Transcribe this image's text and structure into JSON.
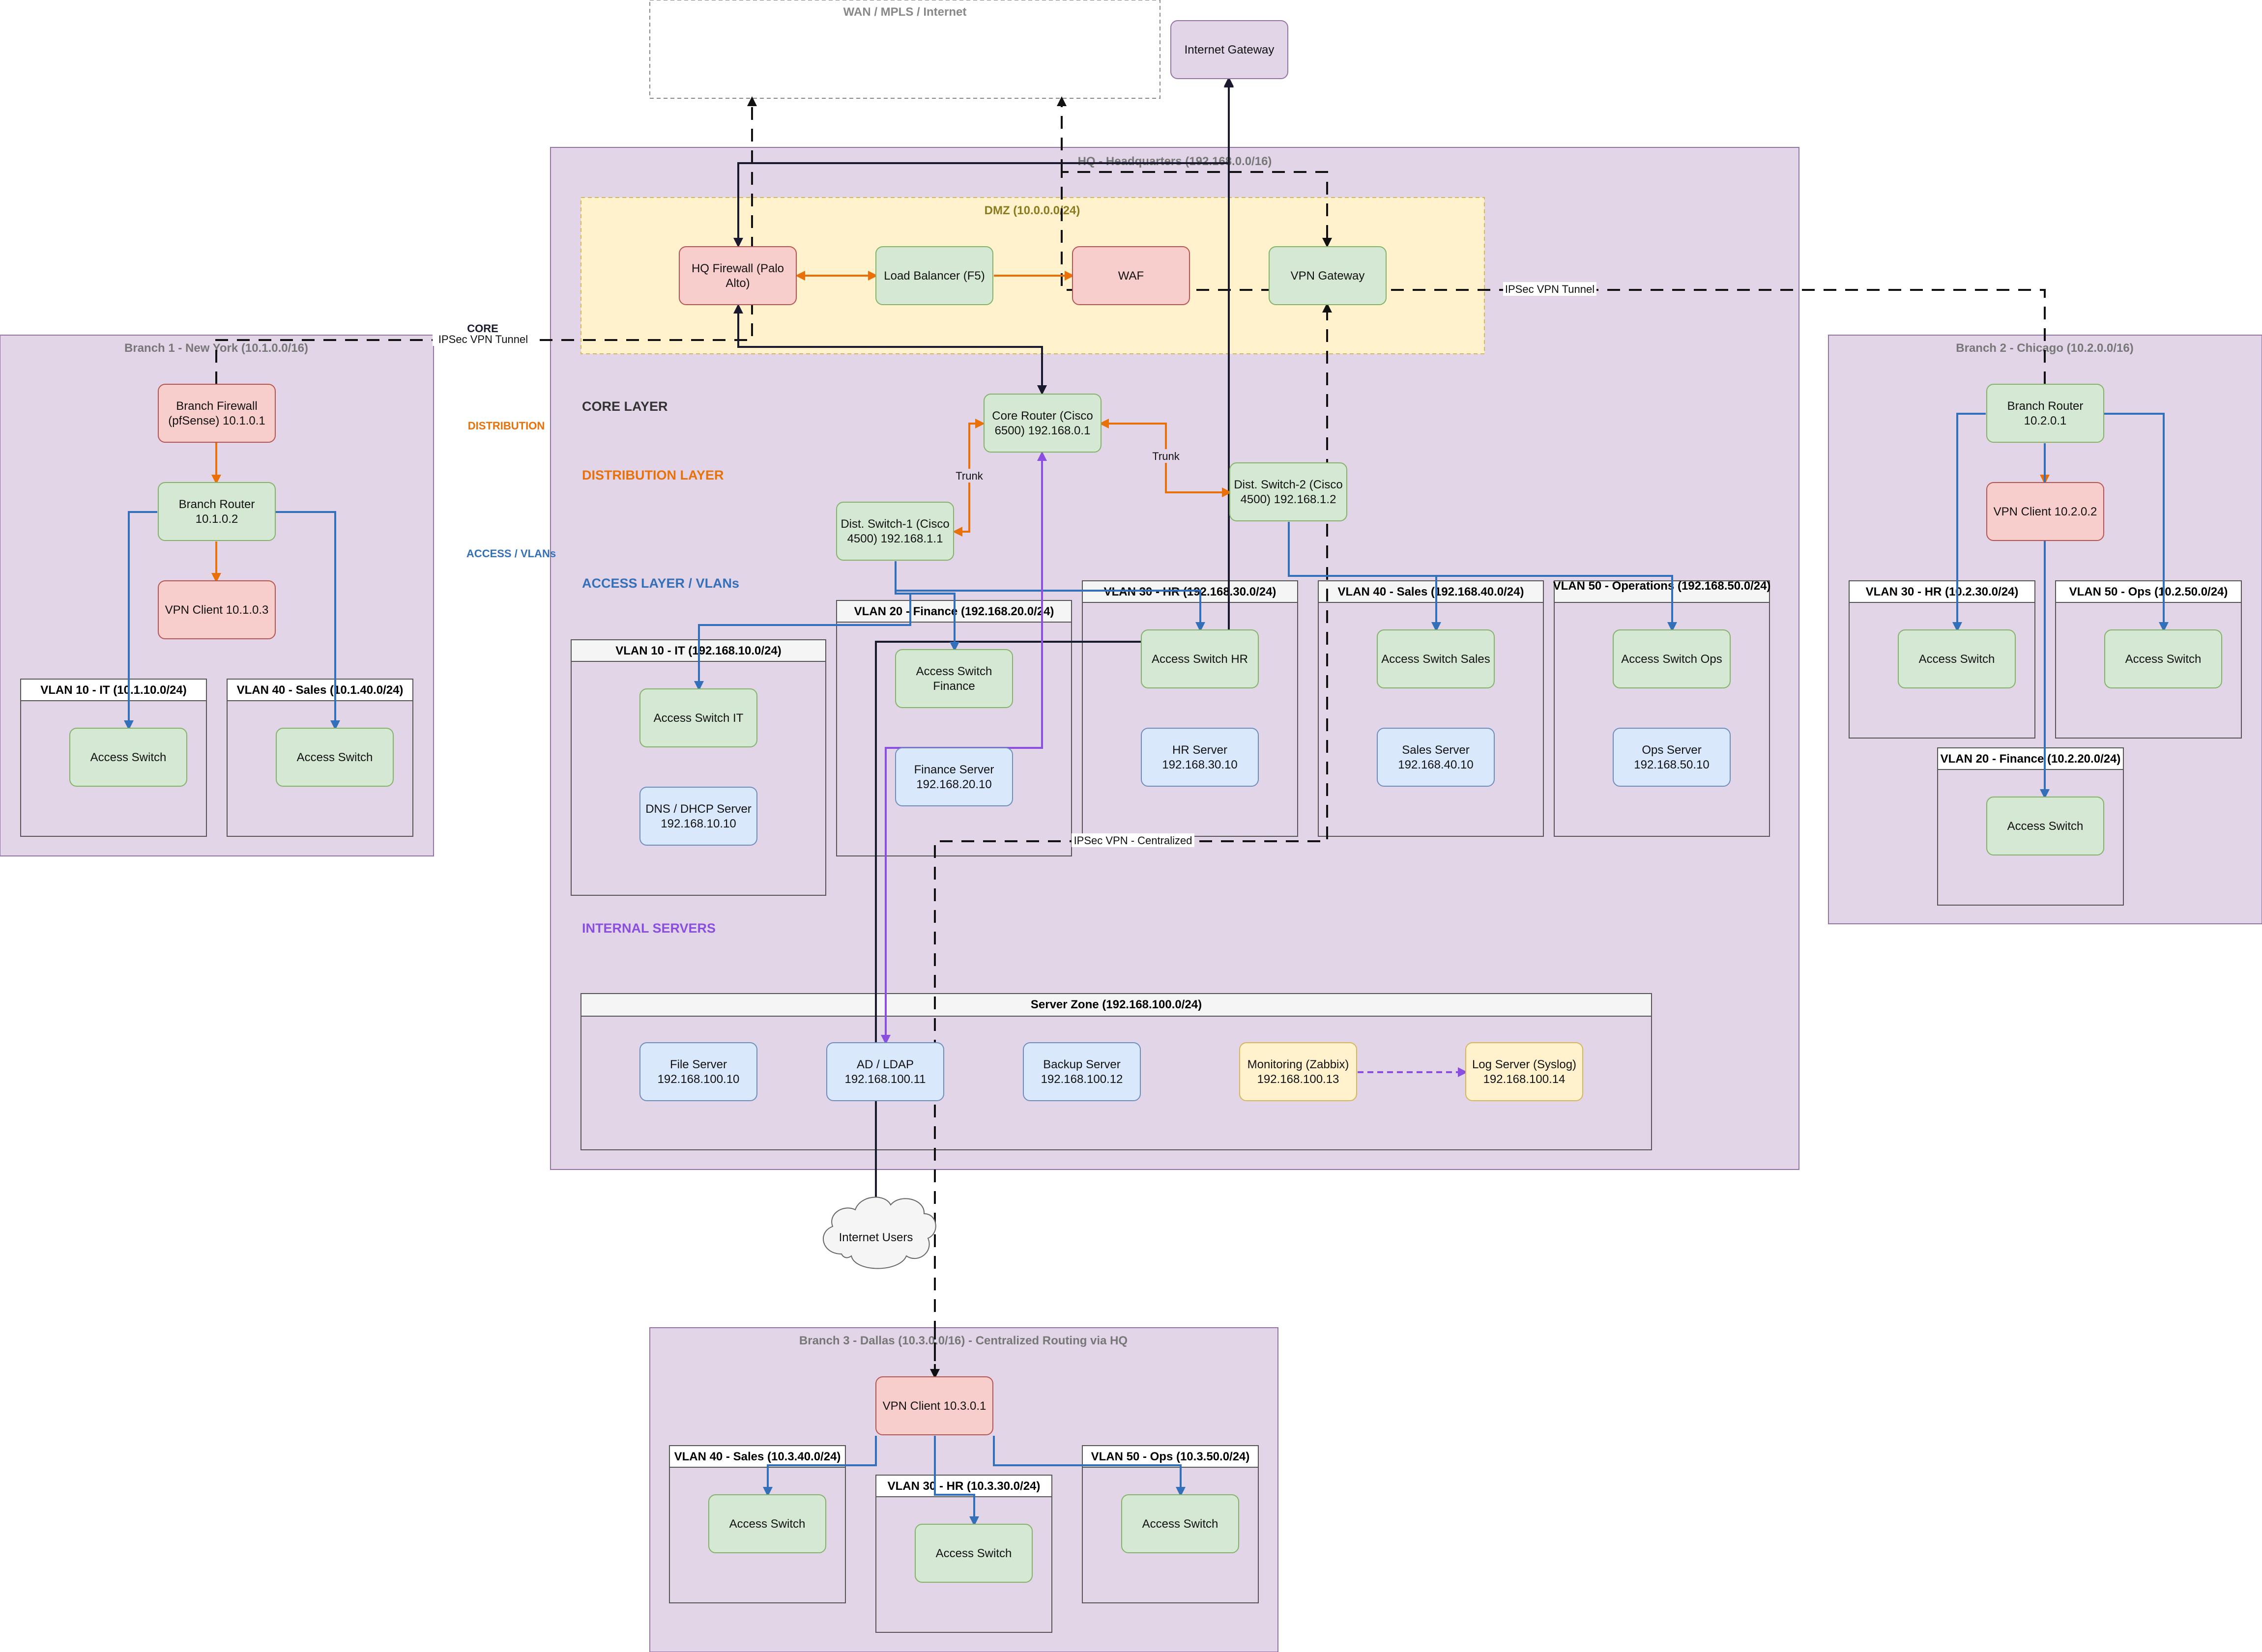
{
  "containers": {
    "wan": "WAN / MPLS / Internet",
    "hq": "HQ - Headquarters (192.168.0.0/16)",
    "dmz": "DMZ (10.0.0.0/24)",
    "branch1": "Branch 1 - New York (10.1.0.0/16)",
    "branch2": "Branch 2 - Chicago (10.2.0.0/16)",
    "branch3": "Branch 3 - Dallas (10.3.0.0/16) - Centralized Routing via HQ"
  },
  "legend": {
    "core": "CORE",
    "distribution": "DISTRIBUTION",
    "access": "ACCESS / VLANs"
  },
  "layers": {
    "core": "CORE LAYER",
    "distribution": "DISTRIBUTION LAYER",
    "access": "ACCESS LAYER / VLANs",
    "internal": "INTERNAL SERVERS"
  },
  "vlans": {
    "hq_it": "VLAN 10 - IT (192.168.10.0/24)",
    "hq_finance": "VLAN 20 - Finance (192.168.20.0/24)",
    "hq_hr": "VLAN 30 - HR (192.168.30.0/24)",
    "hq_sales": "VLAN 40 - Sales (192.168.40.0/24)",
    "hq_ops": "VLAN 50 - Operations (192.168.50.0/24)",
    "server_zone": "Server Zone (192.168.100.0/24)",
    "b1_it": "VLAN 10 - IT (10.1.10.0/24)",
    "b1_sales": "VLAN 40 - Sales (10.1.40.0/24)",
    "b2_hr": "VLAN 30 - HR (10.2.30.0/24)",
    "b2_ops": "VLAN 50 - Ops (10.2.50.0/24)",
    "b2_finance": "VLAN 20 - Finance (10.2.20.0/24)",
    "b3_sales": "VLAN 40 - Sales (10.3.40.0/24)",
    "b3_hr": "VLAN 30 - HR (10.3.30.0/24)",
    "b3_ops": "VLAN 50 - Ops (10.3.50.0/24)"
  },
  "nodes": {
    "internet_gateway": "Internet Gateway",
    "hq_firewall": "HQ Firewall (Palo Alto)",
    "load_balancer": "Load Balancer (F5)",
    "waf": "WAF",
    "vpn_gateway": "VPN Gateway",
    "core_router": "Core Router (Cisco 6500) 192.168.0.1",
    "dist_switch_1": "Dist. Switch-1 (Cisco 4500) 192.168.1.1",
    "dist_switch_2": "Dist. Switch-2 (Cisco 4500) 192.168.1.2",
    "access_switch_it": "Access Switch IT",
    "dns_dhcp_server": "DNS / DHCP Server 192.168.10.10",
    "access_switch_finance": "Access Switch Finance",
    "finance_server": "Finance Server 192.168.20.10",
    "access_switch_hr": "Access Switch HR",
    "hr_server": "HR Server 192.168.30.10",
    "access_switch_sales": "Access Switch Sales",
    "sales_server": "Sales Server 192.168.40.10",
    "access_switch_ops": "Access Switch Ops",
    "ops_server": "Ops Server 192.168.50.10",
    "file_server": "File Server 192.168.100.10",
    "ad_ldap": "AD / LDAP 192.168.100.11",
    "backup_server": "Backup Server 192.168.100.12",
    "monitoring": "Monitoring (Zabbix) 192.168.100.13",
    "log_server": "Log Server (Syslog) 192.168.100.14",
    "b1_firewall": "Branch Firewall (pfSense) 10.1.0.1",
    "b1_router": "Branch Router 10.1.0.2",
    "b1_vpn_client": "VPN Client 10.1.0.3",
    "b1_access_it": "Access Switch",
    "b1_access_sales": "Access Switch",
    "b2_router": "Branch Router 10.2.0.1",
    "b2_vpn_client": "VPN Client 10.2.0.2",
    "b2_access_hr": "Access Switch",
    "b2_access_ops": "Access Switch",
    "b2_access_finance": "Access Switch",
    "b3_vpn_client": "VPN Client 10.3.0.1",
    "b3_access_sales": "Access Switch",
    "b3_access_hr": "Access Switch",
    "b3_access_ops": "Access Switch",
    "internet_users": "Internet Users"
  },
  "edge_labels": {
    "trunk_1": "Trunk",
    "trunk_2": "Trunk",
    "ipsec_b1": "IPSec VPN Tunnel",
    "ipsec_b2": "IPSec VPN Tunnel",
    "ipsec_b3": "IPSec VPN - Centralized"
  },
  "colors": {
    "container_fill": "#e1d5e7",
    "container_stroke": "#9673a6",
    "dmz_fill": "#fff2cc",
    "dmz_stroke": "#d6b656",
    "green_fill": "#d5e8d4",
    "green_stroke": "#82b366",
    "red_fill": "#f8cecc",
    "red_stroke": "#b85450",
    "blue_fill": "#dae8fc",
    "blue_stroke": "#6c8ebf",
    "yellow_fill": "#fff2cc",
    "yellow_stroke": "#d6b656",
    "core_edge": "#1a1a2e",
    "distribution_edge": "#e8710a",
    "access_edge": "#3470b9",
    "server_edge": "#8b4fe0",
    "vpn_edge": "#111111"
  }
}
